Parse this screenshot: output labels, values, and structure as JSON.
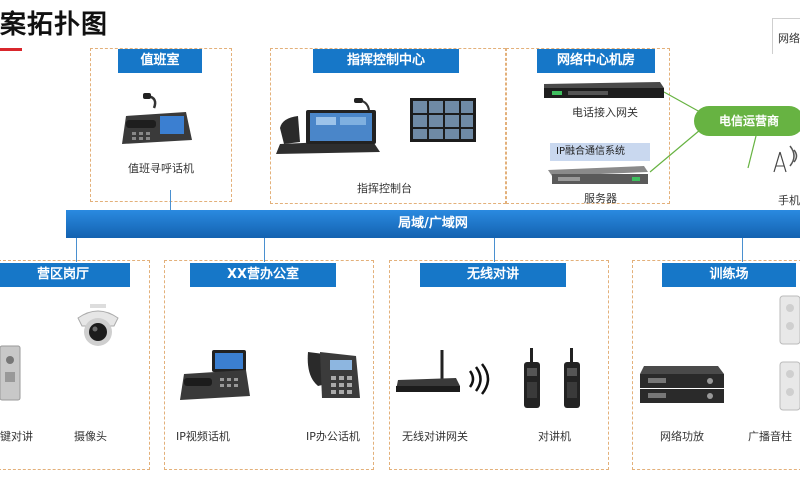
{
  "title": "案拓扑图",
  "legend_text": "网络",
  "bus_label": "局域/广域网",
  "telecom_label": "电信运营商",
  "ip_system_label": "IP融合通信系统",
  "zones": {
    "duty_room": {
      "label": "值班室",
      "device": "值班寻呼话机"
    },
    "command_center": {
      "label": "指挥控制中心",
      "device": "指挥控制台"
    },
    "network_room": {
      "label": "网络中心机房",
      "gateway": "电话接入网关",
      "server": "服务器"
    },
    "camp_post": {
      "label": "营区岗厅",
      "device_left": "键对讲",
      "device_right": "摄像头"
    },
    "xx_office": {
      "label": "XX营办公室",
      "device_left": "IP视频话机",
      "device_right": "IP办公话机"
    },
    "wireless": {
      "label": "无线对讲",
      "device_left": "无线对讲网关",
      "device_right": "对讲机"
    },
    "training": {
      "label": "训练场",
      "device_left": "网络功放",
      "device_right": "广播音柱"
    }
  },
  "mobile_label": "手机"
}
